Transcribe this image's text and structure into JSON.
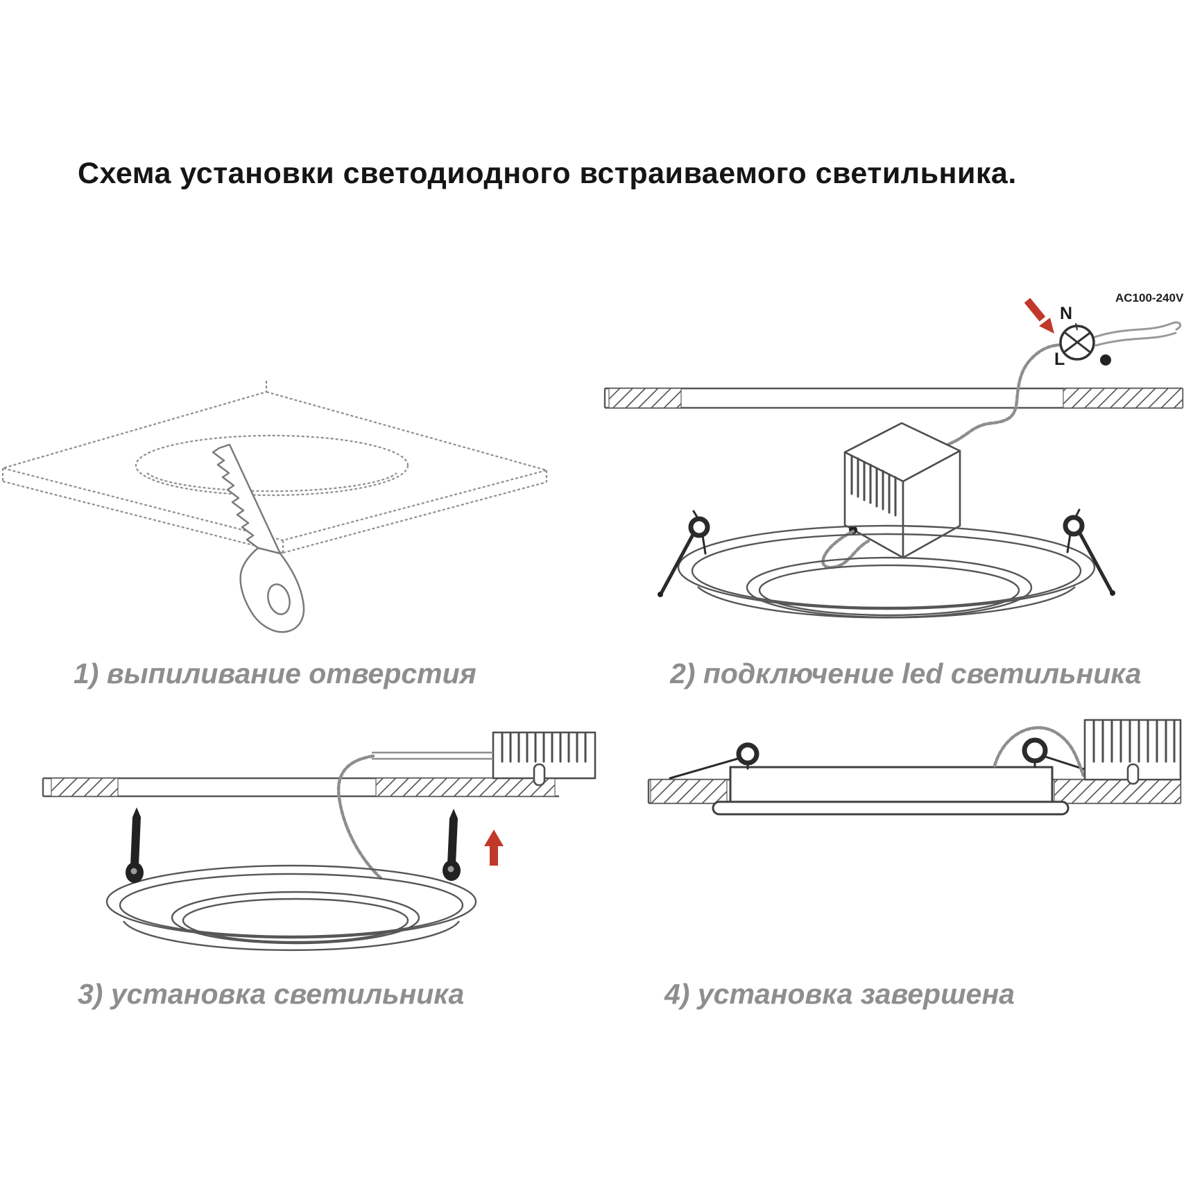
{
  "title": "Схема установки светодиодного встраиваемого светильника.",
  "steps": [
    {
      "id": 1,
      "caption": "1) выпиливание отверстия"
    },
    {
      "id": 2,
      "caption": "2) подключение led светильника"
    },
    {
      "id": 3,
      "caption": "3) установка светильника"
    },
    {
      "id": 4,
      "caption": "4) установка завершена"
    }
  ],
  "wiring_labels": {
    "voltage": "AC100-240V",
    "neutral": "N",
    "line": "L"
  },
  "colors": {
    "red_arrow": "#c0392b",
    "diagram_line": "#565656",
    "caption_gray": "#8e8e8e",
    "title_black": "#151515"
  }
}
